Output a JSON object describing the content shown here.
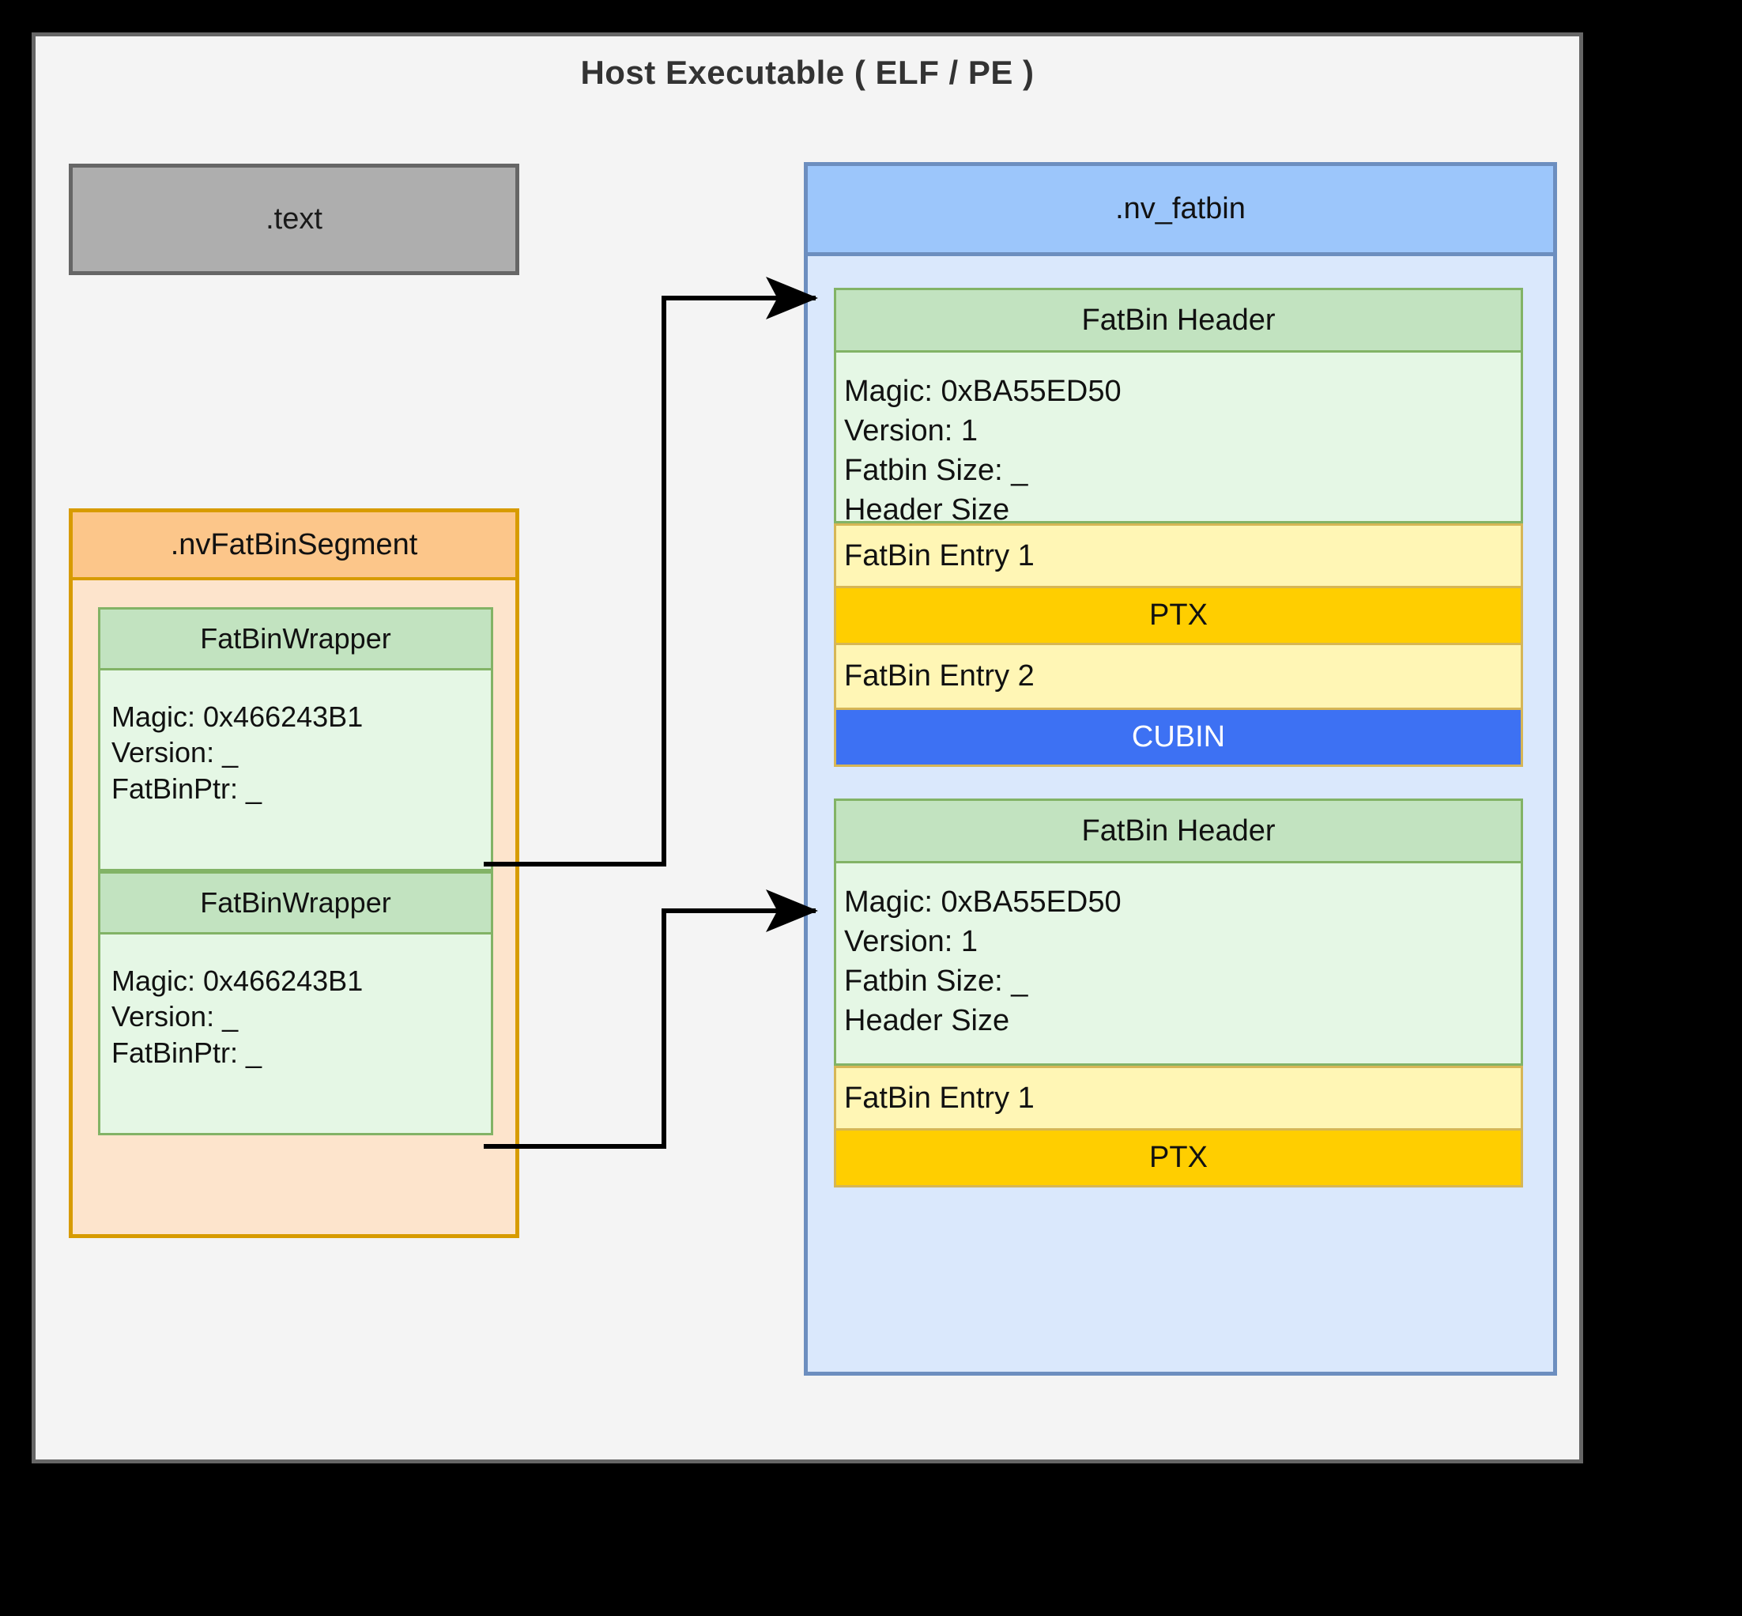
{
  "diagram": {
    "title": "Host Executable ( ELF / PE )",
    "colors": {
      "frame_bg": "#f4f4f4",
      "frame_border": "#666666",
      "text_section": "#aeaeae",
      "segment_header": "#fcc68a",
      "segment_body": "#fde4cc",
      "segment_border": "#d79b00",
      "fatbin_header": "#9cc6fb",
      "fatbin_body": "#dae8fc",
      "fatbin_border": "#6c8ebf",
      "green_header": "#c2e3c0",
      "green_body": "#e5f7e5",
      "green_border": "#82b366",
      "entry_bg": "#fff6b5",
      "entry_border": "#d6b656",
      "ptx_bg": "#ffce00",
      "cubin_bg": "#3d71f3"
    }
  },
  "text_section": {
    "label": ".text"
  },
  "nv_fat_bin_segment": {
    "label": ".nvFatBinSegment",
    "wrappers": [
      {
        "title": "FatBinWrapper",
        "magic_line": "Magic: 0x466243B1",
        "version_line": "Version: _",
        "ptr_line": "FatBinPtr: _"
      },
      {
        "title": "FatBinWrapper",
        "magic_line": "Magic: 0x466243B1",
        "version_line": "Version: _",
        "ptr_line": "FatBinPtr: _"
      }
    ]
  },
  "nv_fatbin": {
    "label": ".nv_fatbin",
    "groups": [
      {
        "header_title": "FatBin Header",
        "magic_line": "Magic: 0xBA55ED50",
        "version_line": "Version: 1",
        "size_line": "Fatbin Size: _",
        "header_size_line": "Header Size",
        "entries": [
          {
            "entry_label": "FatBin Entry 1",
            "payload_label": "PTX",
            "payload_kind": "ptx"
          },
          {
            "entry_label": "FatBin Entry 2",
            "payload_label": "CUBIN",
            "payload_kind": "cubin"
          }
        ]
      },
      {
        "header_title": "FatBin Header",
        "magic_line": "Magic: 0xBA55ED50",
        "version_line": "Version: 1",
        "size_line": "Fatbin Size: _",
        "header_size_line": "Header Size",
        "entries": [
          {
            "entry_label": "FatBin Entry 1",
            "payload_label": "PTX",
            "payload_kind": "ptx"
          }
        ]
      }
    ]
  },
  "connectors": [
    {
      "name": "wrapper1-to-fatbin-header1"
    },
    {
      "name": "wrapper2-to-fatbin-header2"
    }
  ]
}
